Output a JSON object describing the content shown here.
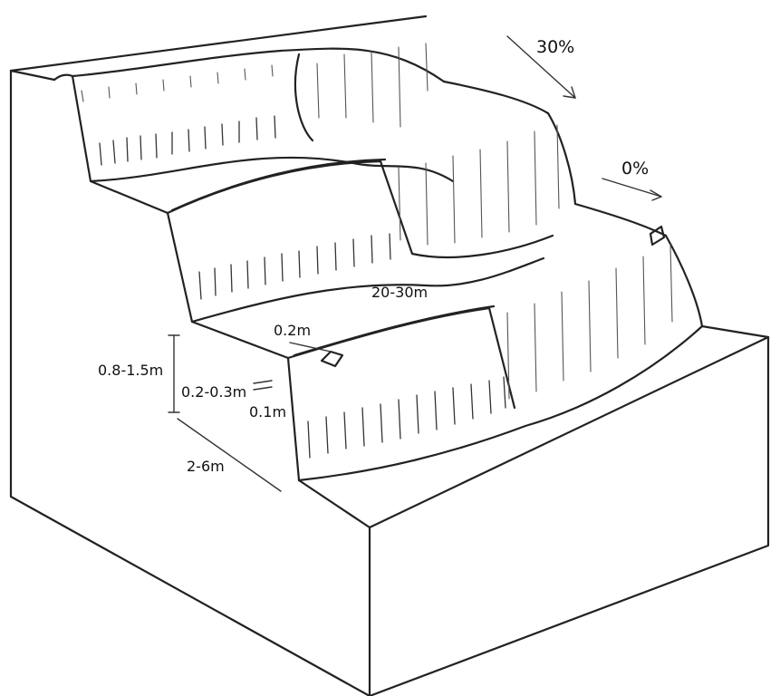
{
  "labels": {
    "slope_top": "30%",
    "slope_terrace": "0%",
    "terrace_length": "20-30m",
    "channel_width": "0.2m",
    "riser_height": "0.8-1.5m",
    "bund_height": "0.2-0.3m",
    "channel_depth": "0.1m",
    "terrace_width": "2-6m"
  }
}
